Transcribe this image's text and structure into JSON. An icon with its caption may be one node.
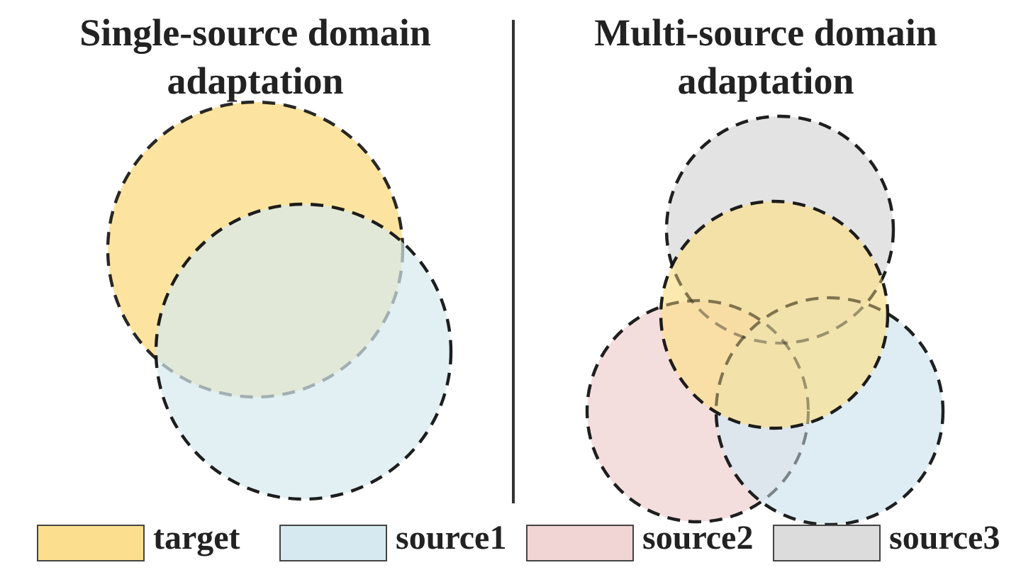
{
  "diagram": {
    "labels": [
      "Single-source domain adaptation",
      "Multi-source domain adaptation"
    ],
    "legend": [
      {
        "text": "target",
        "color": "#fbdf8f"
      },
      {
        "text": "source1",
        "color": "#d6e9f0"
      },
      {
        "text": "source2",
        "color": "#f1d4d4"
      },
      {
        "text": "source3",
        "color": "#dcdcdc"
      }
    ]
  }
}
